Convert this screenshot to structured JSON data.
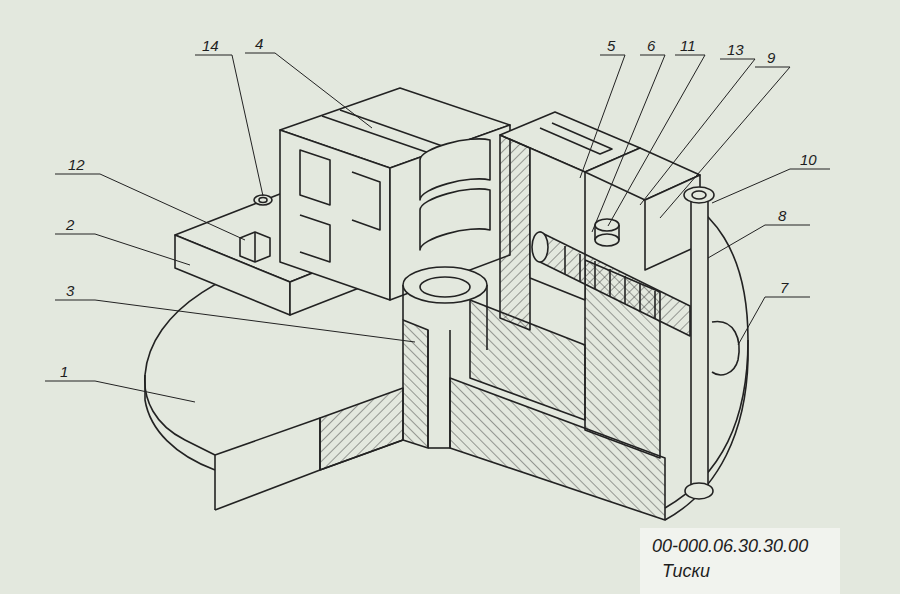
{
  "diagram": {
    "labels": [
      "14",
      "4",
      "5",
      "6",
      "11",
      "13",
      "9",
      "10",
      "12",
      "2",
      "8",
      "3",
      "7",
      "1",
      "00-000.06.30.30.00",
      "Тиски"
    ]
  }
}
